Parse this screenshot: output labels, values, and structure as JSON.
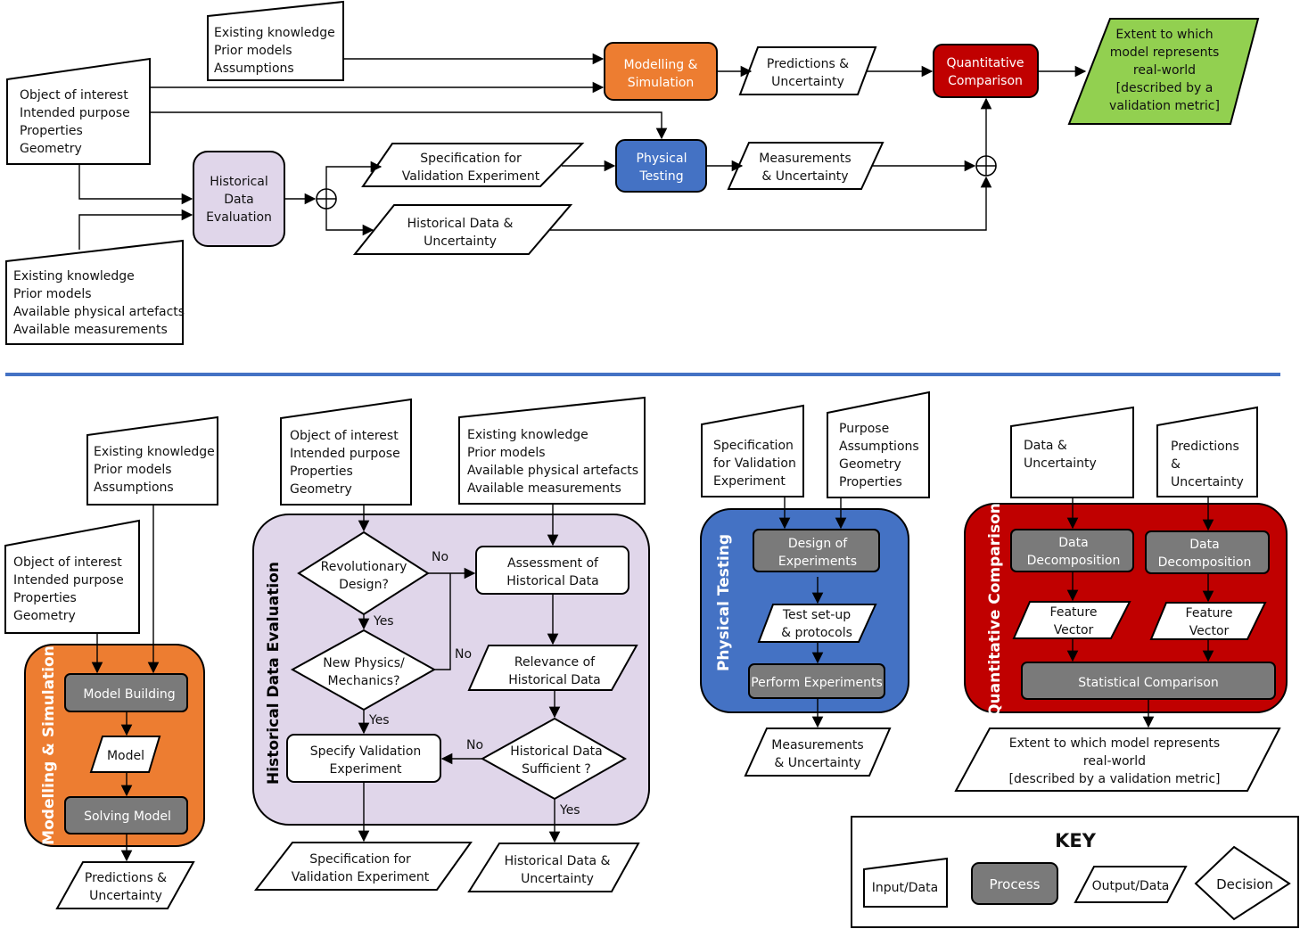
{
  "colors": {
    "orange": "#ed7d31",
    "blue": "#4472c4",
    "red": "#c00000",
    "green": "#92d050",
    "lavender": "#e0d6ea",
    "process_gray": "#7a7a7a",
    "divider": "#4472c4"
  },
  "top": {
    "input_obj": [
      "Object of interest",
      "Intended purpose",
      "Properties",
      "Geometry"
    ],
    "input_know": [
      "Existing knowledge",
      "Prior models",
      "Assumptions"
    ],
    "input_hist": [
      "Existing knowledge",
      "Prior models",
      "Available physical artefacts",
      "Available measurements"
    ],
    "hde": [
      "Historical",
      "Data",
      "Evaluation"
    ],
    "ms": [
      "Modelling &",
      "Simulation"
    ],
    "pt": [
      "Physical",
      "Testing"
    ],
    "qc": [
      "Quantitative",
      "Comparison"
    ],
    "pred": [
      "Predictions &",
      "Uncertainty"
    ],
    "meas": [
      "Measurements",
      "& Uncertainty"
    ],
    "spec": [
      "Specification for",
      "Validation Experiment"
    ],
    "hist": [
      "Historical Data &",
      "Uncertainty"
    ],
    "result": [
      "Extent to which",
      "model represents",
      "real-world",
      "[described by a",
      "validation metric]"
    ]
  },
  "ms_panel": {
    "title": "Modelling & Simulation",
    "input_know": [
      "Existing knowledge",
      "Prior models",
      "Assumptions"
    ],
    "input_obj": [
      "Object of interest",
      "Intended purpose",
      "Properties",
      "Geometry"
    ],
    "model_building": "Model Building",
    "model": "Model",
    "solving": "Solving Model",
    "output": [
      "Predictions &",
      "Uncertainty"
    ]
  },
  "hde_panel": {
    "title": "Historical Data Evaluation",
    "input_obj": [
      "Object of interest",
      "Intended purpose",
      "Properties",
      "Geometry"
    ],
    "input_know": [
      "Existing knowledge",
      "Prior models",
      "Available physical artefacts",
      "Available measurements"
    ],
    "rev": [
      "Revolutionary",
      "Design?"
    ],
    "newphys": [
      "New Physics/",
      "Mechanics?"
    ],
    "assess": [
      "Assessment of",
      "Historical Data"
    ],
    "relevance": [
      "Relevance of",
      "Historical Data"
    ],
    "sufficient": [
      "Historical Data",
      "Sufficient ?"
    ],
    "specify": [
      "Specify Validation",
      "Experiment"
    ],
    "out_spec": [
      "Specification for",
      "Validation Experiment"
    ],
    "out_hist": [
      "Historical Data &",
      "Uncertainty"
    ],
    "yes": "Yes",
    "no": "No"
  },
  "pt_panel": {
    "title": "Physical Testing",
    "input_spec": [
      "Specification",
      "for Validation",
      "Experiment"
    ],
    "input_purpose": [
      "Purpose",
      "Assumptions",
      "Geometry",
      "Properties"
    ],
    "doe": [
      "Design of",
      "Experiments"
    ],
    "setup": [
      "Test set-up",
      "& protocols"
    ],
    "perform": "Perform Experiments",
    "output": [
      "Measurements",
      "& Uncertainty"
    ]
  },
  "qc_panel": {
    "title": "Quantitative Comparison",
    "input_data": [
      "Data &",
      "Uncertainty"
    ],
    "input_pred": [
      "Predictions",
      "&",
      "Uncertainty"
    ],
    "decomp": [
      "Data",
      "Decomposition"
    ],
    "feature": [
      "Feature",
      "Vector"
    ],
    "stat": "Statistical Comparison",
    "output": [
      "Extent to which model represents",
      "real-world",
      "[described by a validation metric]"
    ]
  },
  "key": {
    "title": "KEY",
    "input": "Input/Data",
    "process": "Process",
    "output": "Output/Data",
    "decision": "Decision"
  }
}
